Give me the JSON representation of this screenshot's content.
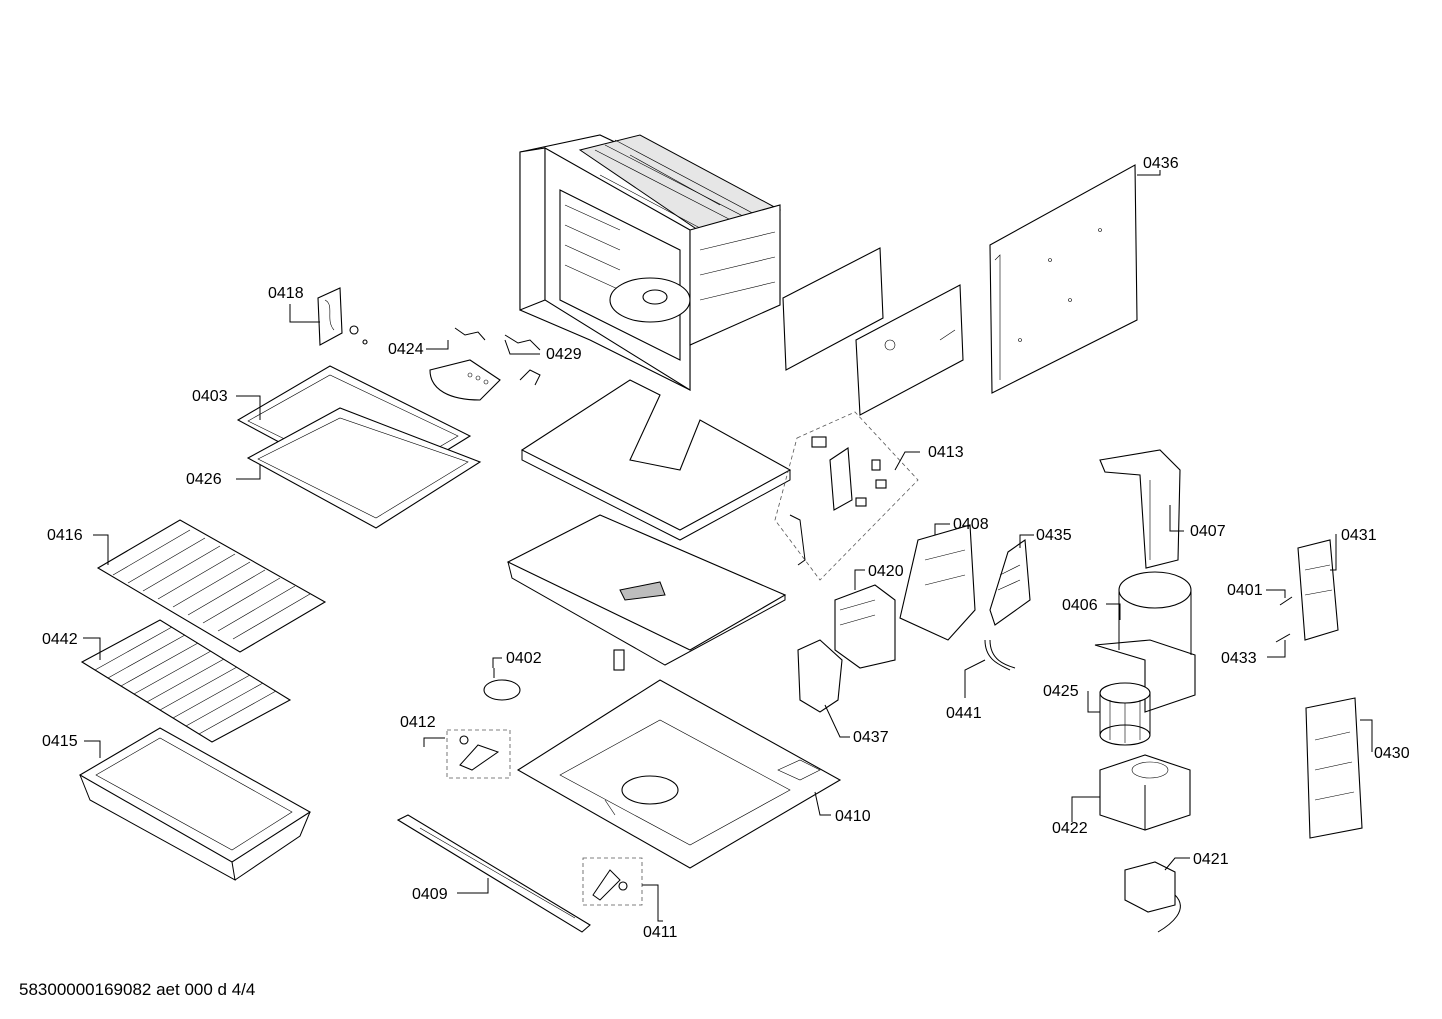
{
  "parts": {
    "p0436": "0436",
    "p0418": "0418",
    "p0424": "0424",
    "p0429": "0429",
    "p0403": "0403",
    "p0426": "0426",
    "p0413": "0413",
    "p0416": "0416",
    "p0408": "0408",
    "p0435": "0435",
    "p0407": "0407",
    "p0431": "0431",
    "p0420": "0420",
    "p0401": "0401",
    "p0406": "0406",
    "p0442": "0442",
    "p0433": "0433",
    "p0402": "0402",
    "p0425": "0425",
    "p0441": "0441",
    "p0412": "0412",
    "p0437": "0437",
    "p0415": "0415",
    "p0430": "0430",
    "p0410": "0410",
    "p0422": "0422",
    "p0421": "0421",
    "p0409": "0409",
    "p0411": "0411"
  },
  "footer": "58300000169082 aet 000 d 4/4"
}
